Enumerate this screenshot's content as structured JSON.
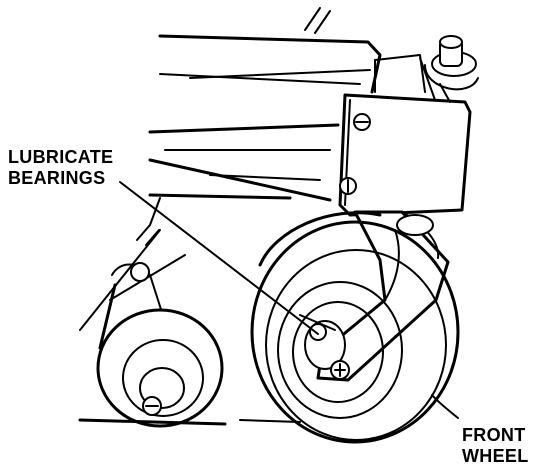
{
  "labels": {
    "lubricate_line1": "LUBRICATE",
    "lubricate_line2": "BEARINGS",
    "wheel_line1": "FRONT",
    "wheel_line2": "WHEEL"
  },
  "colors": {
    "ink": "#000000",
    "paper": "#ffffff"
  }
}
